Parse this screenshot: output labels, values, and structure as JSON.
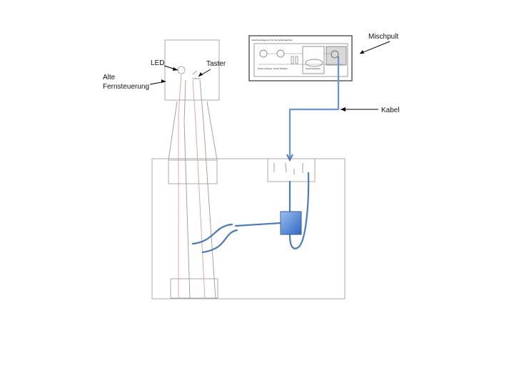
{
  "labels": {
    "led": "LED",
    "taster": "Taster",
    "alte_fernsteuerung_line1": "Alte",
    "alte_fernsteuerung_line2": "Fernsteuerung",
    "mischpult": "Mischpult",
    "kabel": "Kabel"
  },
  "mixer_sheet": {
    "title": "Anschlussdiagramm für die Nebelmaschine",
    "sub_labels": [
      "Nebel-Auslöser",
      "Nebel-Schalter",
      "Nebelmaschine"
    ]
  },
  "colors": {
    "cable": "#4a7bc0",
    "box_outline": "#a8a8a8",
    "wire_red": "#d9a0a0",
    "wire_gray": "#9a9a9a"
  }
}
